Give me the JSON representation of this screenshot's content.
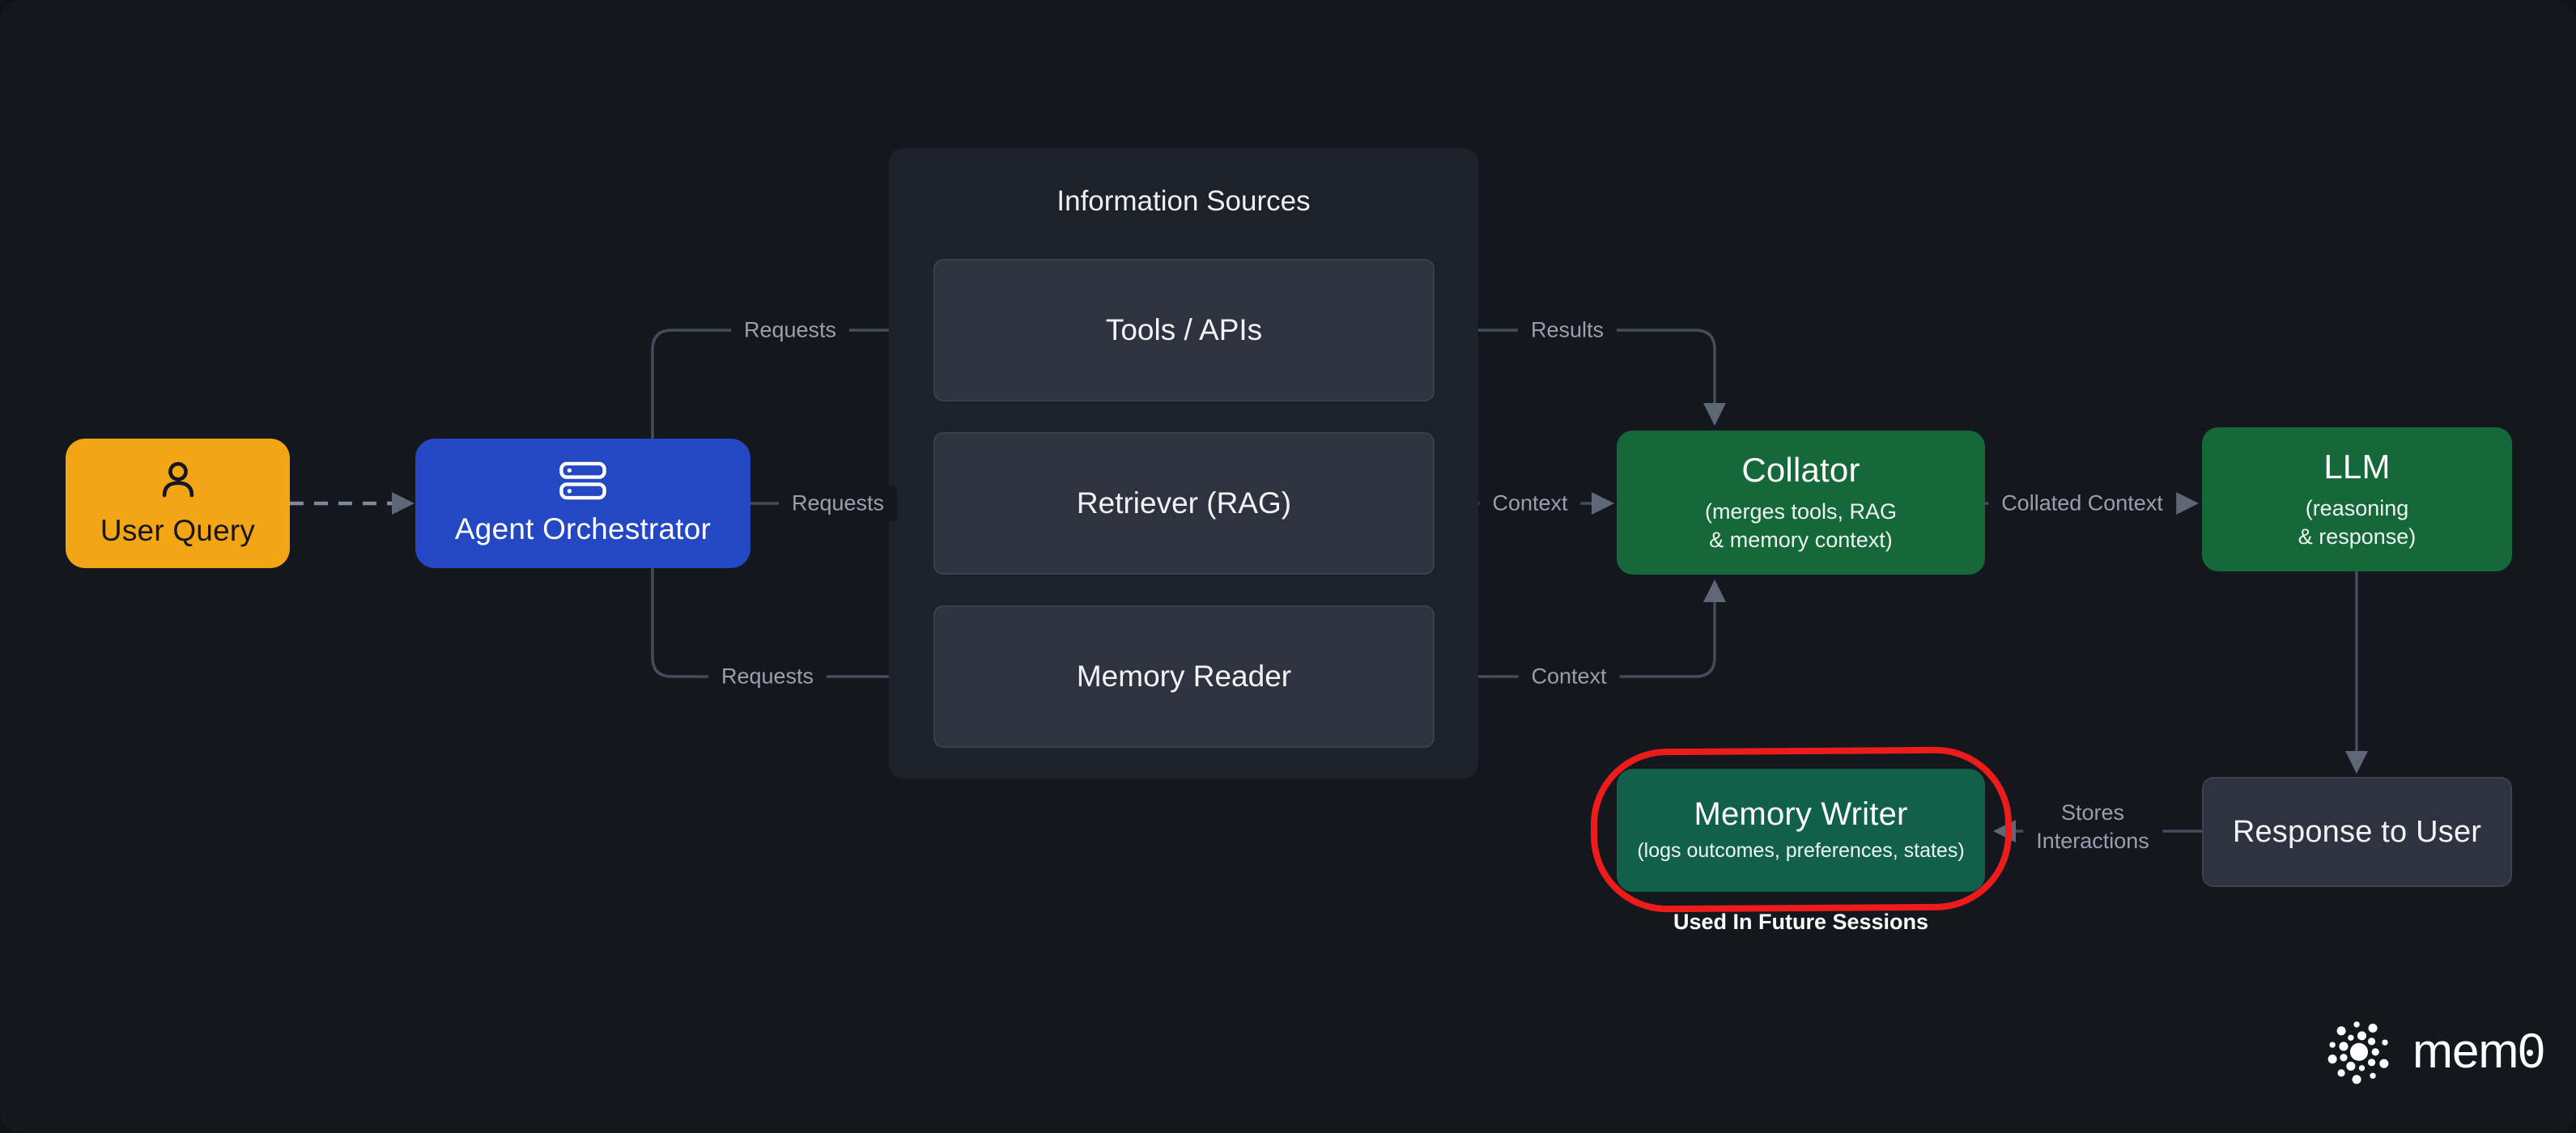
{
  "nodes": {
    "user_query": {
      "label": "User Query"
    },
    "orchestrator": {
      "label": "Agent Orchestrator"
    },
    "info_panel": {
      "title": "Information Sources"
    },
    "tools_apis": {
      "label": "Tools / APIs"
    },
    "retriever": {
      "label": "Retriever (RAG)"
    },
    "memory_reader": {
      "label": "Memory Reader"
    },
    "collator": {
      "label": "Collator",
      "sub": "(merges tools, RAG\n& memory context)"
    },
    "llm": {
      "label": "LLM",
      "sub": "(reasoning\n& response)"
    },
    "memory_writer": {
      "label": "Memory Writer",
      "sub": "(logs outcomes, preferences, states)"
    },
    "response": {
      "label": "Response to User"
    }
  },
  "edges": {
    "requests_top": "Requests",
    "requests_mid": "Requests",
    "requests_bottom": "Requests",
    "results": "Results",
    "context_mid": "Context",
    "context_bottom": "Context",
    "collated": "Collated Context",
    "stores": "Stores\nInteractions"
  },
  "annotations": {
    "future_note": "Used In Future Sessions"
  },
  "brand": {
    "wordmark": "mem0"
  },
  "colors": {
    "background": "#15171e",
    "panel": "#1d212a",
    "slate_box": "#2d3440",
    "orange": "#f2a515",
    "blue": "#2447c3",
    "green": "#156839",
    "teal_green": "#11604a",
    "wire": "#454d5b",
    "wire_label": "#98a0ad",
    "annotation_red": "#ee1b1b"
  }
}
